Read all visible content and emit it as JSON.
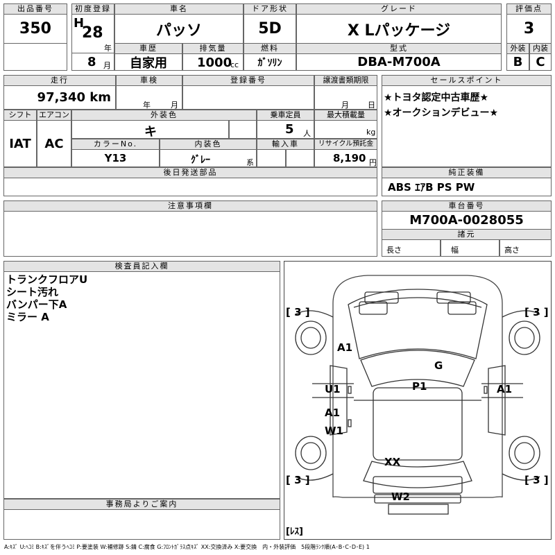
{
  "header": {
    "lot_no_label": "出品番号",
    "lot_no": "350",
    "first_reg_label": "初度登録",
    "era": "H",
    "year": "28",
    "year_unit": "年",
    "month": "8",
    "month_unit": "月",
    "car_name_label": "車名",
    "car_name": "パッソ",
    "doors_label": "ドア形状",
    "doors": "5D",
    "grade_label": "グレード",
    "grade": "X Lパッケージ",
    "score_label": "評価点",
    "score": "3",
    "history_label": "車歴",
    "history": "自家用",
    "displacement_label": "排気量",
    "displacement": "1000",
    "displacement_unit": "cc",
    "fuel_label": "燃料",
    "fuel": "ｶﾞｿﾘﾝ",
    "model_label": "型式",
    "model": "DBA-M700A",
    "exterior_label": "外装",
    "exterior": "B",
    "interior_label": "内装",
    "interior": "C"
  },
  "row2": {
    "mileage_label": "走行",
    "mileage": "97,340 km",
    "inspection_label": "車検",
    "insp_year_unit": "年",
    "insp_month_unit": "月",
    "reg_no_label": "登録番号",
    "transfer_label": "譲渡書類期限",
    "transfer_month_unit": "月",
    "transfer_day_unit": "日",
    "sales_points_label": "セールスポイント",
    "sales_points": [
      "★トヨタ認定中古車歴★",
      "★オークションデビュー★"
    ]
  },
  "row3": {
    "shift_label": "シフト",
    "shift": "IAT",
    "ac_label": "エアコン",
    "ac": "AC",
    "ext_color_label": "外装色",
    "ext_color": "キ",
    "capacity_label": "乗車定員",
    "capacity": "5",
    "capacity_unit": "人",
    "max_load_label": "最大積載量",
    "max_load_unit": "kg",
    "color_no_label": "カラーNo.",
    "color_no": "Y13",
    "int_color_label": "内装色",
    "int_color": "ｸﾞﾚｰ",
    "int_color_unit": "系",
    "import_label": "輸入車",
    "recycle_label": "リサイクル預託金",
    "recycle": "8,190",
    "recycle_unit": "円"
  },
  "sections": {
    "later_parts_label": "後日発送部品",
    "equipment_label": "純正装備",
    "equipment": "ABS ｴｱB PS PW",
    "notes_label": "注意事項欄",
    "chassis_label": "車台番号",
    "chassis": "M700A-0028055",
    "dims_label": "諸元",
    "length_label": "長さ",
    "width_label": "幅",
    "height_label": "高さ",
    "inspector_label": "検査員記入欄",
    "inspector_notes": [
      "トランクフロアU",
      "シート汚れ",
      "バンパー下A",
      "ミラー A"
    ],
    "office_label": "事務局よりご案内"
  },
  "diagram": {
    "tire_fl": "[ 3 ]",
    "tire_fr": "[ 3 ]",
    "tire_rl": "[ 3 ]",
    "tire_rr": "[ 3 ]",
    "spare": "[ﾚｽ]",
    "marks": [
      "A1",
      "G",
      "U1",
      "P1",
      "A1",
      "A1",
      "W1",
      "XX",
      "W2"
    ]
  },
  "legend": "A:ｷｽﾞ U:ﾍｺﾐ B:ｷｽﾞを伴うﾍｺﾐ P:要塗装 W:補修跡 S:錆 C:腐食 G:ﾌﾛﾝﾄｶﾞﾗｽ点ｷｽﾞ XX:交換済み X:要交換　内・外装評価　5段階ﾗﾝｸ順(A･B･C･D･E) 1"
}
